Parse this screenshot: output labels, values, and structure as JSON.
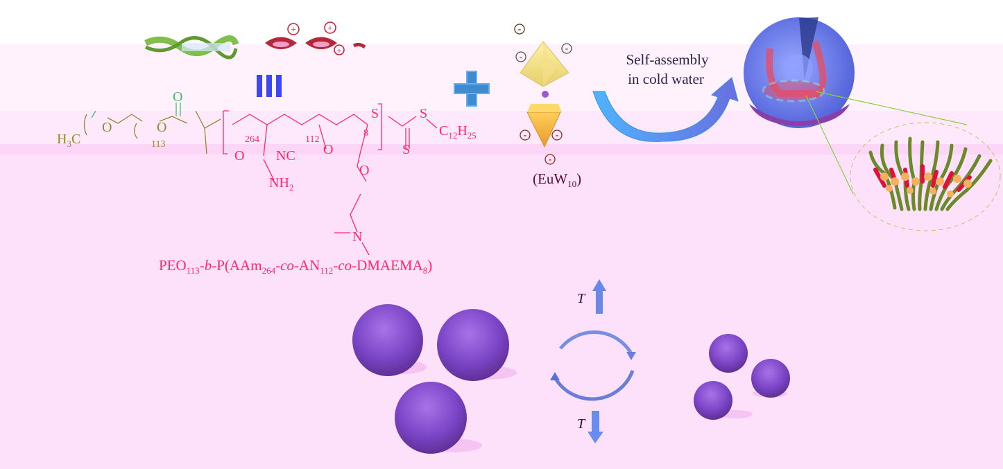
{
  "polymer": {
    "h3c": "H",
    "h3c_sub": "3",
    "h3c_c": "C",
    "o_ether": "O",
    "peo_n": "113",
    "o_carbonyl": "O",
    "o_ester": "O",
    "aam_n": "264",
    "an_n": "112",
    "dma_n": "8",
    "s1": "S",
    "s2": "S",
    "s3": "S",
    "c12": "C",
    "c12_sub": "12",
    "h25": "H",
    "h25_sub": "25",
    "amide_o": "O",
    "nh2": "NH",
    "nh2_sub": "2",
    "nc": "NC",
    "ester_o": "O",
    "ester_o2": "O",
    "amine_n": "N"
  },
  "formula_label": {
    "p1": "PEO",
    "s1": "113",
    "p2": "-",
    "i1": "b",
    "p3": "-P(AAm",
    "s2": "264",
    "p4": "-",
    "i2": "co",
    "p5": "-AN",
    "s3": "112",
    "p6": "-",
    "i3": "co",
    "p7": "-DMAEMA",
    "s4": "8",
    "p8": ")"
  },
  "pom": {
    "label_open": "(EuW",
    "label_sub": "10",
    "label_close": ")",
    "charge": "-"
  },
  "assembly": {
    "line1": "Self-assembly",
    "line2": "in cold water"
  },
  "ribbon": {
    "charge": "+"
  },
  "operators": {
    "equiv": "equivalent-bars",
    "plus": "plus-sign"
  },
  "thermal": {
    "up_label": "T",
    "down_label": "T"
  },
  "colors": {
    "peo": "#8e8a2e",
    "peo_green": "#3fbf6a",
    "block": "#ff2a6a",
    "accent_blue": "#3d46f2",
    "plus_blue": "#3f8bd0",
    "sphere": "#7b3fc8",
    "text_dark": "#3a2a5a"
  }
}
